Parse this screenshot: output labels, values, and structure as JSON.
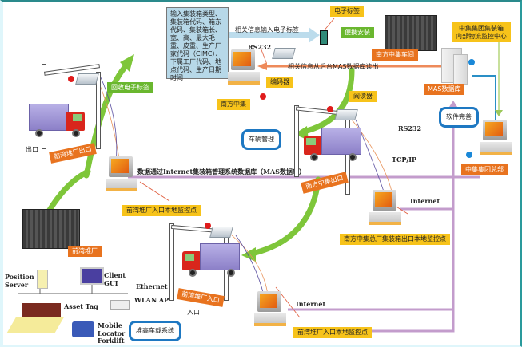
{
  "info_box": {
    "text": "输入集装箱类型、集装箱代码、箱东代码、集装箱长、宽、高、最大毛重、皮重、生产厂家代码（CIMC）、下属工厂代码、地点代码、生产日期时间"
  },
  "labels": {
    "rfid_tag": "电子标签",
    "portable_install": "便携安装",
    "write_to_tag": "相关信息输入电子标签",
    "rs232_top": "RS232",
    "read_from_mas": "相关信息从后台MAS数据库读出",
    "encoder": "编码器",
    "southern_cimc": "南方中集",
    "southern_workshop": "南方中集车间",
    "cimc_logistics_center": "中集集团集装箱\n内部物流监控中心",
    "mas_database": "MAS数据库",
    "recycle_tag": "回收电子标签",
    "exit_word": "出口",
    "qianwan_exit": "前湾堆厂出口",
    "reader": "阅读器",
    "vehicle_mgmt": "车辆管理",
    "software_improve": "软件完善",
    "rs232_mid": "RS232",
    "tcp_ip": "TCP/IP",
    "cimc_hq": "中集集团总部",
    "internet_data": "数据通过Internet集装箱管理系统数据库（MAS数据库）",
    "southern_exit": "南方中集出口",
    "qianwan_entry_monitor_1": "前湾堆厂入口本地监控点",
    "internet_1": "Internet",
    "southern_factory_exit_monitor": "南方中集总厂集装箱出口本地监控点",
    "qianwan_yard": "前湾堆厂",
    "position_server": "Position\nServer",
    "client_gui": "Client\nGUI",
    "ethernet": "Ethernet",
    "asset_tag": "Asset Tag",
    "wlan_ap": "WLAN AP",
    "mobile_locator_forklift": "Mobile\nLocator\nForklift",
    "stacker_onboard_system": "堆高车载系统",
    "qianwan_entry": "前湾堆厂入口",
    "entry_word": "入口",
    "internet_2": "Internet",
    "qianwan_entry_monitor_2": "前湾堆厂入口本地监控点"
  },
  "colors": {
    "label_yellow": "#f7c31a",
    "label_orange": "#e8731f",
    "label_green": "#6ab72f",
    "flow_green": "#7ec63a",
    "network_purple": "#c39ccc",
    "data_blue": "#2a8fc6",
    "frame_teal": "#2a8a8c",
    "arrow_red": "#e05a3a",
    "arrow_lightblue": "#bcdcec"
  }
}
